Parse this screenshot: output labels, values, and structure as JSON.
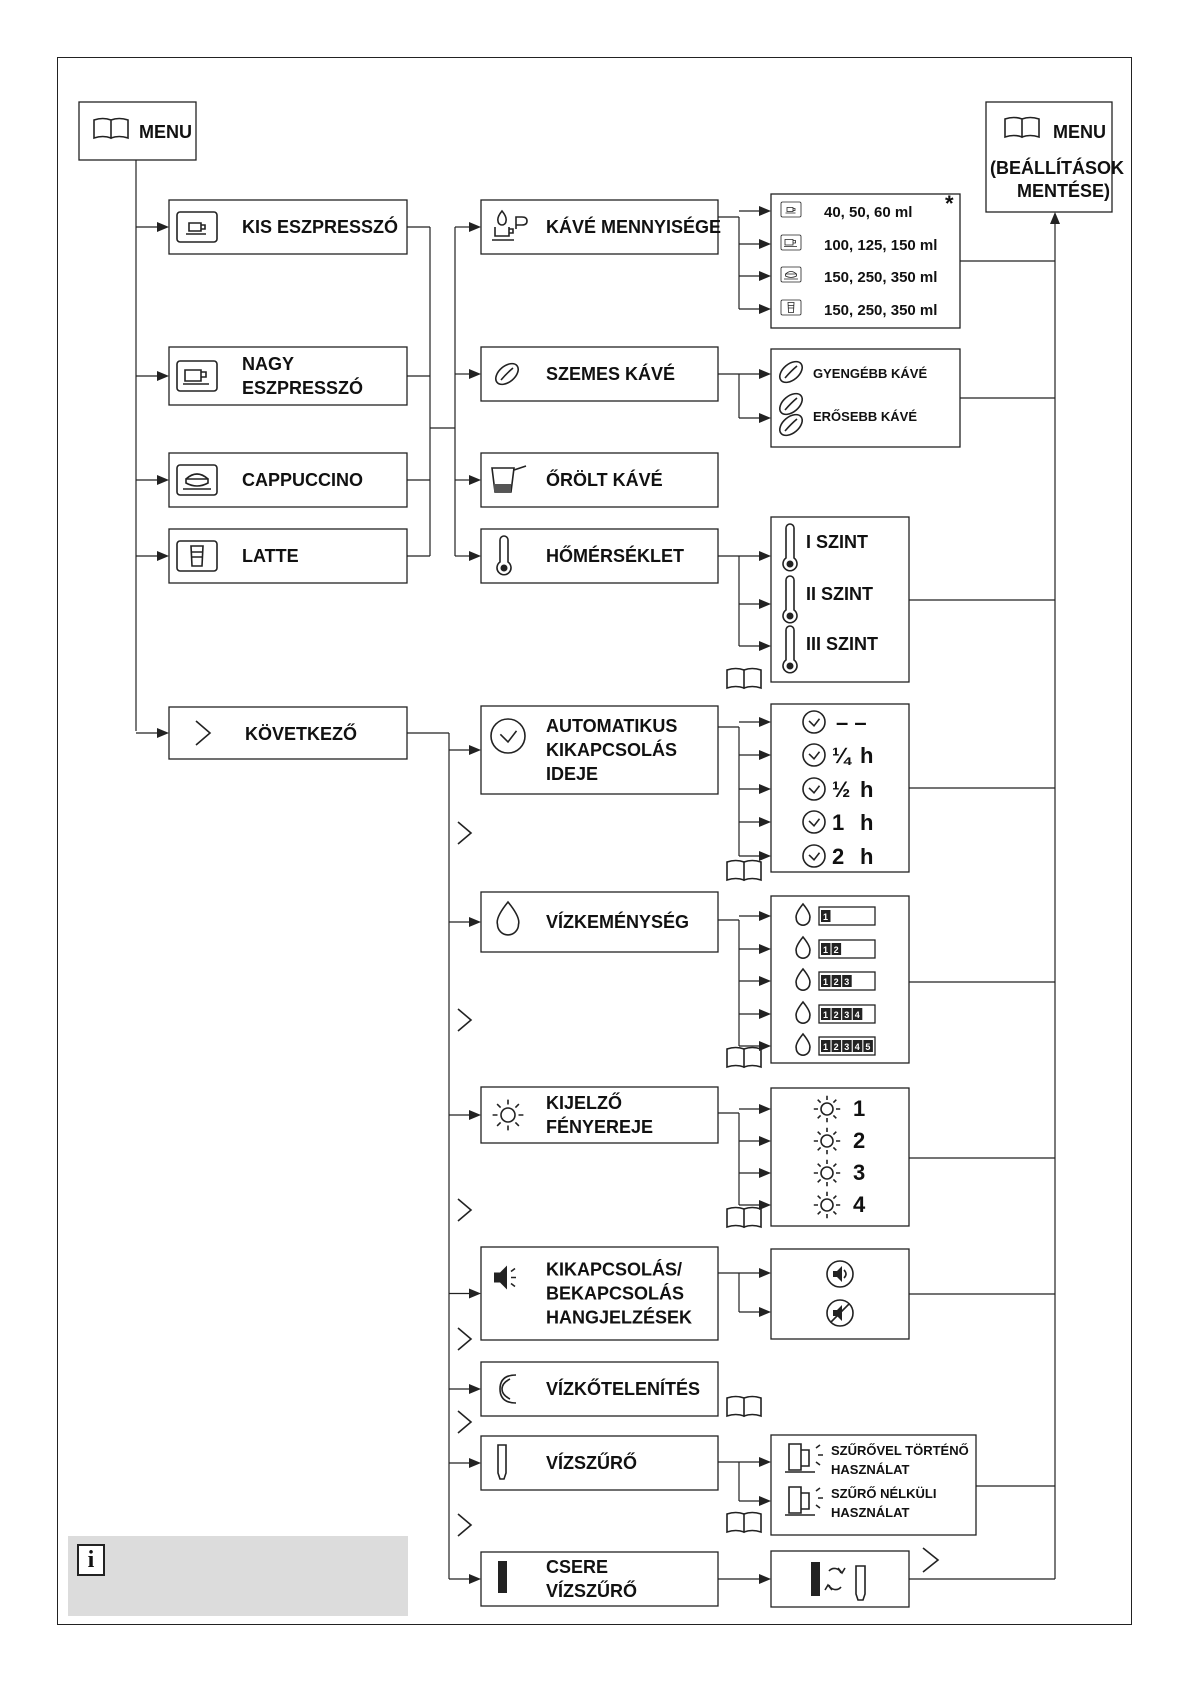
{
  "menu_left": "MENU",
  "menu_right": [
    "MENU",
    "(BEÁLLÍTÁSOK",
    "MENTÉSE)"
  ],
  "beverages": [
    {
      "icon": "small-cup-icon",
      "lines": [
        "KIS ESZPRESSZÓ"
      ]
    },
    {
      "icon": "large-cup-icon",
      "lines": [
        "NAGY",
        "ESZPRESSZÓ"
      ]
    },
    {
      "icon": "cappuccino-icon",
      "lines": [
        "CAPPUCCINO"
      ]
    },
    {
      "icon": "latte-glass-icon",
      "lines": [
        "LATTE"
      ]
    }
  ],
  "next_label": "KÖVETKEZŐ",
  "settings": [
    {
      "icon": "coffee-drop-icon",
      "lines": [
        "KÁVÉ MENNYISÉGE"
      ]
    },
    {
      "icon": "coffee-bean-icon",
      "lines": [
        "SZEMES KÁVÉ"
      ]
    },
    {
      "icon": "ground-coffee-icon",
      "lines": [
        "ŐRÖLT KÁVÉ"
      ]
    },
    {
      "icon": "thermometer-icon",
      "lines": [
        "HŐMÉRSÉKLET"
      ]
    }
  ],
  "quantities": [
    "40, 50, 60 ml",
    "100, 125, 150 ml",
    "150, 250, 350 ml",
    "150, 250, 350 ml"
  ],
  "asterisk": "*",
  "bean_options": [
    "GYENGÉBB KÁVÉ",
    "ERŐSEBB KÁVÉ"
  ],
  "temp_levels": [
    "I SZINT",
    "II SZINT",
    "III SZINT"
  ],
  "more": [
    {
      "icon": "clock-icon",
      "lines": [
        "AUTOMATIKUS",
        "KIKAPCSOLÁS",
        "IDEJE"
      ]
    },
    {
      "icon": "water-drop-icon",
      "lines": [
        "VÍZKEMÉNYSÉG"
      ]
    },
    {
      "icon": "brightness-icon",
      "lines": [
        "KIJELZŐ",
        "FÉNYEREJE"
      ]
    },
    {
      "icon": "speaker-icon",
      "lines": [
        "KIKAPCSOLÁS/",
        "BEKAPCSOLÁS",
        "HANGJELZÉSEK"
      ]
    },
    {
      "icon": "descale-icon",
      "lines": [
        "VÍZKŐTELENÍTÉS"
      ]
    },
    {
      "icon": "water-filter-icon",
      "lines": [
        "VÍZSZŰRŐ"
      ]
    },
    {
      "icon": "filter-replace-icon",
      "lines": [
        "CSERE",
        "VÍZSZŰRŐ"
      ]
    }
  ],
  "auto_off_dash": "– –",
  "auto_off": [
    "¼",
    "½",
    "1",
    "2"
  ],
  "hour_unit": "h",
  "hardness": [
    1,
    2,
    3,
    4,
    5
  ],
  "brightness_levels": [
    "1",
    "2",
    "3",
    "4"
  ],
  "filter_options": [
    [
      "SZŰRŐVEL TÖRTÉNŐ",
      "HASZNÁLAT"
    ],
    [
      "SZŰRŐ NÉLKÜLI",
      "HASZNÁLAT"
    ]
  ],
  "info_icon": "i"
}
